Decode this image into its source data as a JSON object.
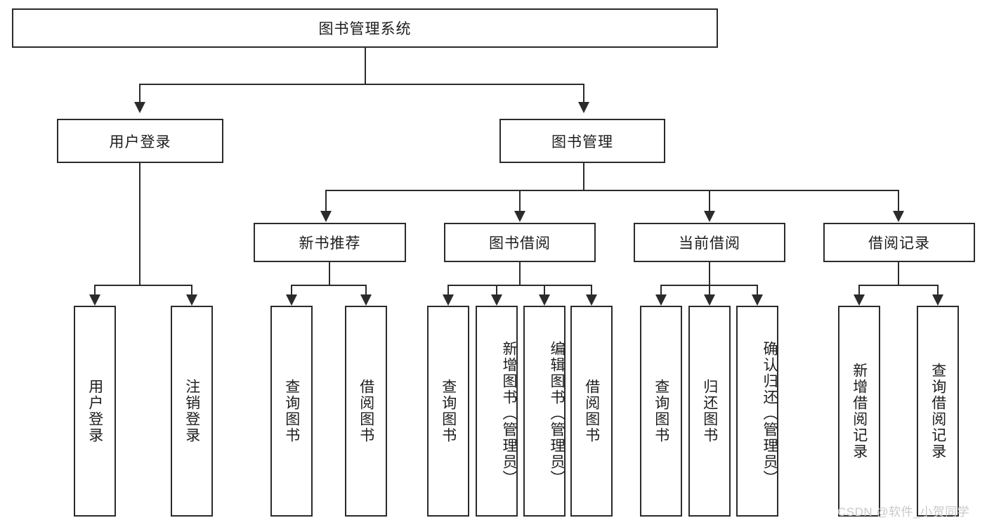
{
  "diagram": {
    "title": "图书管理系统",
    "type": "tree-hierarchy-diagram",
    "root": {
      "label": "图书管理系统"
    },
    "level2": [
      {
        "label": "用户登录"
      },
      {
        "label": "图书管理"
      }
    ],
    "level3": [
      {
        "label": "新书推荐"
      },
      {
        "label": "图书借阅"
      },
      {
        "label": "当前借阅"
      },
      {
        "label": "借阅记录"
      }
    ],
    "leaves": {
      "user_login": [
        {
          "label": "用户登录"
        },
        {
          "label": "注销登录"
        }
      ],
      "new_book_recommend": [
        {
          "label": "查询图书"
        },
        {
          "label": "借阅图书"
        }
      ],
      "book_borrow": [
        {
          "label": "查询图书"
        },
        {
          "label": "新增图书（管理员）"
        },
        {
          "label": "编辑图书（管理员）"
        },
        {
          "label": "借阅图书"
        }
      ],
      "current_borrow": [
        {
          "label": "查询图书"
        },
        {
          "label": "归还图书"
        },
        {
          "label": "确认归还（管理员）"
        }
      ],
      "borrow_record": [
        {
          "label": "新增借阅记录"
        },
        {
          "label": "查询借阅记录"
        }
      ]
    }
  },
  "watermark": {
    "text": "CSDN @软件_小贺同学"
  },
  "colors": {
    "stroke": "#2b2b2b",
    "text": "#1d1d1d",
    "background": "#ffffff",
    "watermark": "#c9c9c9"
  }
}
